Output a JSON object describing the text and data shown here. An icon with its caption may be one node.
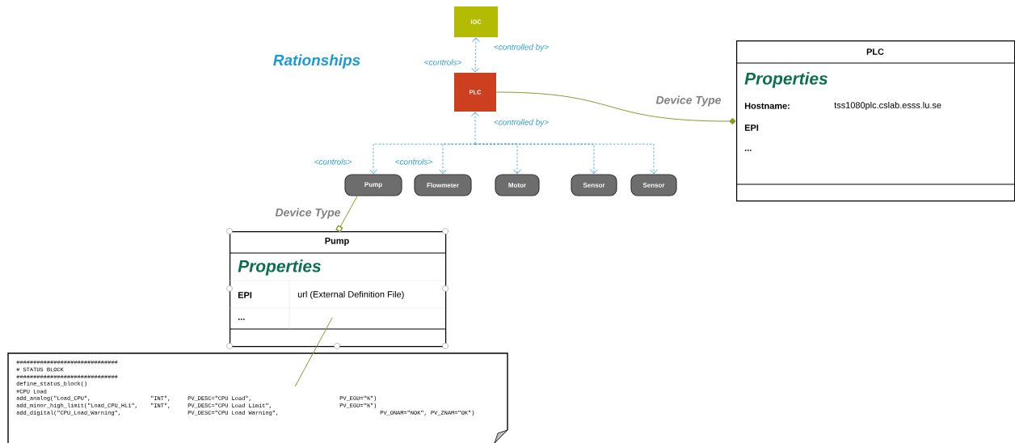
{
  "diagram": {
    "title": "Rationships",
    "nodes": [
      {
        "text": [
          "IOC"
        ]
      },
      {
        "text": [
          "PLC"
        ]
      },
      {
        "text": [
          "Pump"
        ]
      },
      {
        "text": [
          "Flowmeter"
        ]
      },
      {
        "text": [
          "Motor"
        ]
      },
      {
        "text": [
          "Sensor"
        ]
      },
      {
        "text": [
          "Sensor"
        ]
      },
      {
        "text": [
          "PLC",
          "Properties",
          "Hostname:",
          "tss1080plc.cslab.esss.lu.se",
          "EPI",
          "..."
        ]
      },
      {
        "text": [
          "Pump",
          "Properties",
          "EPI",
          "url (External Definition File)",
          "..."
        ]
      },
      {
        "text": [
          "##############################",
          "# STATUS BLOCK",
          "##############################",
          "define_status_block()",
          "#CPU Load",
          "add_analog(\"Load_CPU\",",
          "\"INT\",",
          "PV_DESC=\"CPU Load\",",
          "PV_EGU=\"%\")",
          "add_minor_high_limit(\"Load_CPU_HL1\",",
          "\"INT\",",
          "PV_DESC=\"CPU Load Limit\",",
          "PV_EGU=\"%\")",
          "add_digital(\"CPU_Load_Warning\",",
          "PV_DESC=\"CPU Load Warning\",",
          "PV_ONAM=\"NOK\", PV_ZNAM=\"OK\")"
        ]
      }
    ],
    "edges": [
      {
        "from": 0,
        "to": 1,
        "arrow": "both",
        "style": "dashed",
        "label": "<controlled by>"
      },
      {
        "from": 1,
        "to": 2,
        "arrow": "both",
        "style": "dashed",
        "label": "<controls>"
      },
      {
        "from": 1,
        "to": 3,
        "arrow": "both",
        "style": "dashed",
        "label": "<controls>"
      },
      {
        "from": 1,
        "to": 4,
        "arrow": "both",
        "style": "dashed"
      },
      {
        "from": 1,
        "to": 5,
        "arrow": "both",
        "style": "dashed"
      },
      {
        "from": 1,
        "to": 6,
        "arrow": "both",
        "style": "dashed"
      },
      {
        "from": 1,
        "to": 7,
        "arrow": "other",
        "color": "#8a9a2a",
        "label": "Device Type"
      },
      {
        "from": 2,
        "to": 8,
        "arrow": "other",
        "color": "#8a9a2a",
        "label": "Device Type"
      },
      {
        "from": 8,
        "to": 9,
        "arrow": "none",
        "color": "#8a9a2a"
      }
    ],
    "labels": [
      "<controls>",
      "<controlled by>"
    ]
  }
}
